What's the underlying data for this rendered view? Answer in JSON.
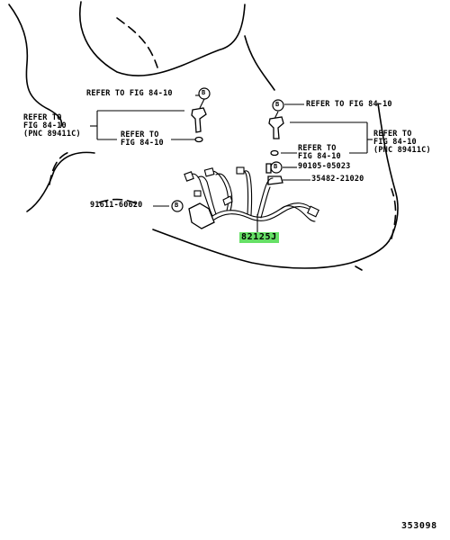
{
  "labels": {
    "refer_top_left": "REFER TO FIG 84-10",
    "refer_left_block": "REFER TO\nFIG 84-10\n(PNC 89411C)",
    "refer_left_inner": "REFER TO\nFIG 84-10",
    "refer_top_right": "REFER TO FIG 84-10",
    "refer_right_inner": "REFER TO\nFIG 84-10",
    "refer_right_block": "REFER TO\nFIG 84-10\n(PNC 89411C)",
    "part_90105": "90105-05023",
    "part_35482": "35482-21020",
    "part_91611": "91611-60620",
    "part_82125": "82125J",
    "figure_number": "353098",
    "callout_b": "B"
  },
  "highlight_color": "#66e066"
}
